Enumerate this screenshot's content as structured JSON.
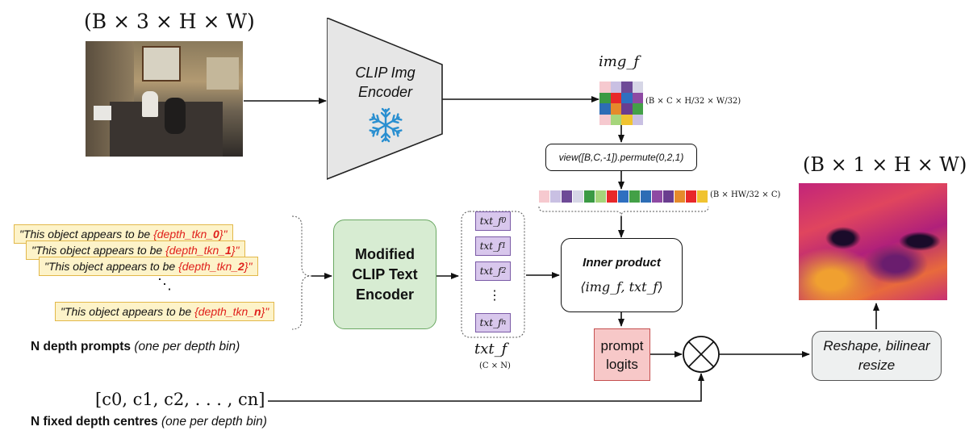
{
  "input": {
    "shape_label": "(B × 3 × H × W)"
  },
  "image_encoder": {
    "line1": "CLIP Img",
    "line2": "Encoder",
    "icon": "snowflake-icon"
  },
  "img_feature": {
    "label": "img_f",
    "shape_label": "(B × C × H/32 × W/32)",
    "grid_colors": [
      "#f6c9cf",
      "#c9c0e3",
      "#6e4a97",
      "#d6d6e6",
      "#3b9a44",
      "#e8282a",
      "#2f6fc0",
      "#8e4aa3",
      "#2d6db5",
      "#e58a2b",
      "#6a3d8f",
      "#43a047",
      "#f6c9cf",
      "#a6d57b",
      "#f0c330",
      "#c9c0e3"
    ]
  },
  "view_op": {
    "label": "view([B,C,-1]).permute(0,2,1)"
  },
  "flat_feature": {
    "shape_label": "(B × HW/32 × C)",
    "strip_colors": [
      "#f6c9cf",
      "#c9c0e3",
      "#6e4a97",
      "#d6d6e6",
      "#3b9a44",
      "#a6d57b",
      "#e8282a",
      "#2f6fc0",
      "#43a047",
      "#2d6db5",
      "#8e4aa3",
      "#6a3d8f",
      "#e58a2b",
      "#e8282a",
      "#f0c330"
    ]
  },
  "prompts": {
    "items": [
      {
        "prefix": "\"This object appears to be ",
        "token": "{depth_tkn_",
        "index": "0",
        "suffix": "}\""
      },
      {
        "prefix": "\"This object appears to be ",
        "token": "{depth_tkn_",
        "index": "1",
        "suffix": "}\""
      },
      {
        "prefix": "\"This object appears to be ",
        "token": "{depth_tkn_",
        "index": "2",
        "suffix": "}\""
      },
      {
        "prefix": "\"This object appears to be ",
        "token": "{depth_tkn_",
        "index": "n",
        "suffix": "}\""
      }
    ],
    "ellipsis": "⋱",
    "caption_bold": "N depth prompts",
    "caption_italic": "(one per depth bin)"
  },
  "text_encoder": {
    "line1": "Modified",
    "line2": "CLIP Text",
    "line3": "Encoder"
  },
  "text_features": {
    "items": [
      "txt_f0",
      "txt_f1",
      "txt_f2",
      "txt_fn"
    ],
    "item_base": "txt_f",
    "subs": [
      "0",
      "1",
      "2",
      "n"
    ],
    "dots": "⋮",
    "label": "txt_f",
    "shape_label": "(C × N)"
  },
  "inner_product": {
    "title": "Inner product",
    "formula": "⟨img_f, txt_f⟩"
  },
  "logits": {
    "line1": "prompt",
    "line2": "logits"
  },
  "multiply": {
    "symbol": "⊗"
  },
  "reshape": {
    "line1": "Reshape, bilinear",
    "line2": "resize"
  },
  "output": {
    "shape_label": "(B × 1 × H × W)"
  },
  "centres": {
    "formula": "[c0, c1, c2, . . . , cn]",
    "caption_bold": "N fixed depth centres",
    "caption_italic": "(one per depth bin)"
  }
}
